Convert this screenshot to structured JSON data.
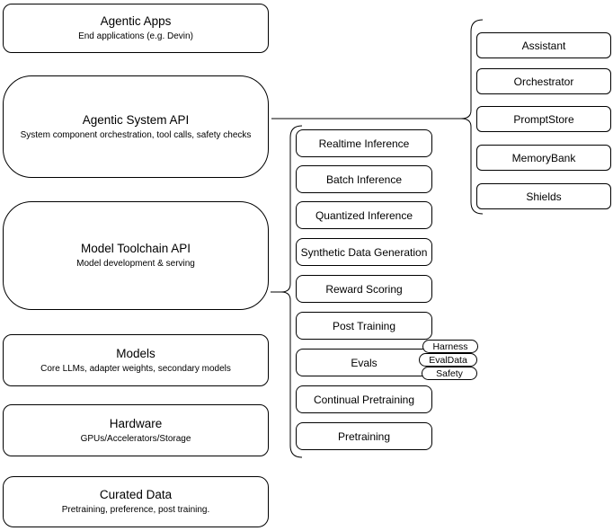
{
  "diagram": {
    "stack": [
      {
        "title": "Agentic Apps",
        "subtitle": "End applications (e.g. Devin)"
      },
      {
        "title": "Agentic System API",
        "subtitle": "System component orchestration, tool calls, safety checks"
      },
      {
        "title": "Model Toolchain API",
        "subtitle": "Model development & serving"
      },
      {
        "title": "Models",
        "subtitle": "Core LLMs, adapter weights, secondary models"
      },
      {
        "title": "Hardware",
        "subtitle": "GPUs/Accelerators/Storage"
      },
      {
        "title": "Curated Data",
        "subtitle": "Pretraining, preference, post training."
      }
    ],
    "toolchain_services": [
      "Realtime Inference",
      "Batch Inference",
      "Quantized Inference",
      "Synthetic Data Generation",
      "Reward Scoring",
      "Post Training",
      "Evals",
      "Continual Pretraining",
      "Pretraining"
    ],
    "eval_components": [
      "Harness",
      "EvalData",
      "Safety"
    ],
    "system_components": [
      "Assistant",
      "Orchestrator",
      "PromptStore",
      "MemoryBank",
      "Shields"
    ],
    "colors": {
      "stroke": "#000000",
      "background": "#ffffff",
      "text": "#000000"
    }
  }
}
